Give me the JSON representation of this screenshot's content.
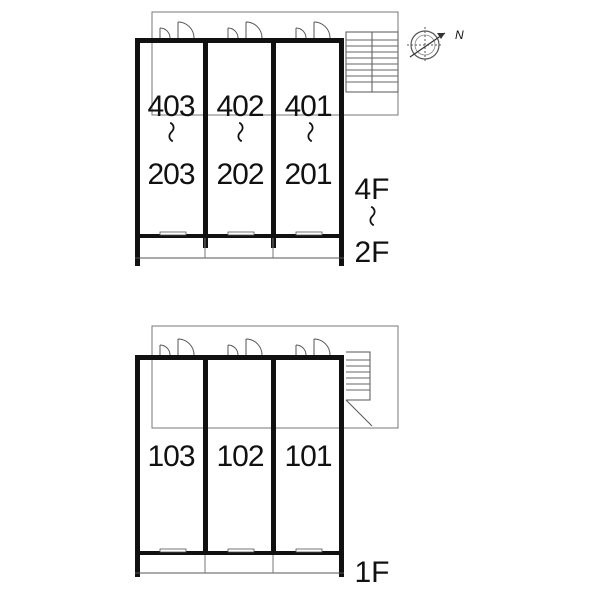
{
  "upper_block": {
    "units": [
      {
        "top": "403",
        "tilde": "〜",
        "bottom": "203"
      },
      {
        "top": "402",
        "tilde": "〜",
        "bottom": "202"
      },
      {
        "top": "401",
        "tilde": "〜",
        "bottom": "201"
      }
    ],
    "floor_top": "4F",
    "floor_tilde": "〜",
    "floor_bottom": "2F"
  },
  "lower_block": {
    "units": [
      {
        "label": "103"
      },
      {
        "label": "102"
      },
      {
        "label": "101"
      }
    ],
    "floor": "1F"
  },
  "compass": {
    "north_label": "N"
  }
}
